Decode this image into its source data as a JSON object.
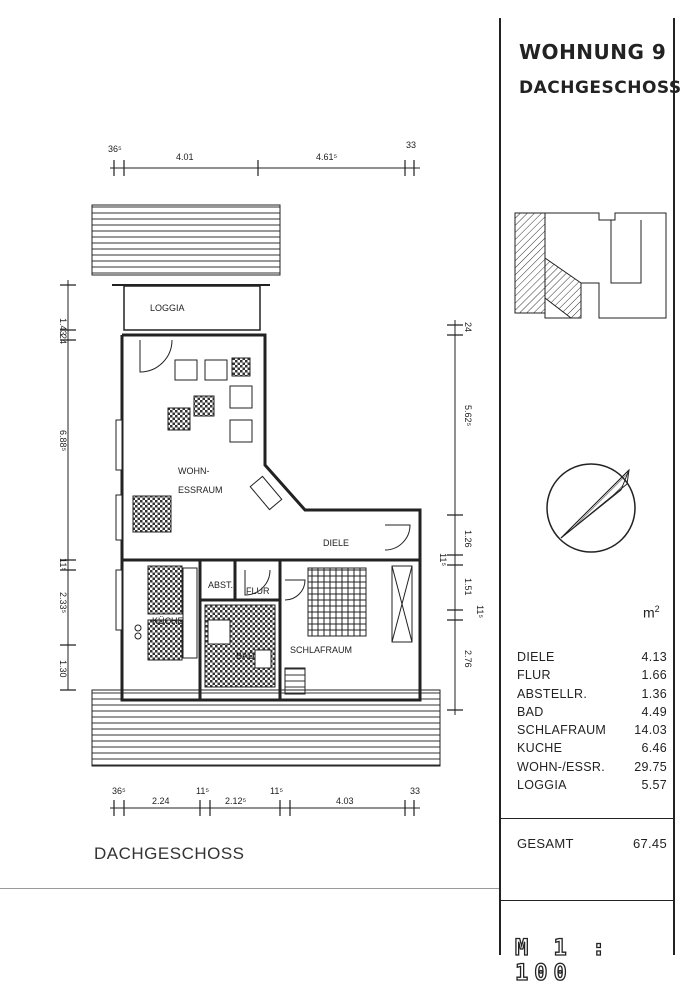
{
  "panel": {
    "title": "WOHNUNG 9",
    "subtitle": "DACHGESCHOSS",
    "area_unit": "m",
    "area_unit_sup": "2",
    "areas": [
      {
        "room": "DIELE",
        "value": "4.13"
      },
      {
        "room": "FLUR",
        "value": "1.66"
      },
      {
        "room": "ABSTELLR.",
        "value": "1.36"
      },
      {
        "room": "BAD",
        "value": "4.49"
      },
      {
        "room": "SCHLAFRAUM",
        "value": "14.03"
      },
      {
        "room": "KUCHE",
        "value": "6.46"
      },
      {
        "room": "WOHN-/ESSR.",
        "value": "29.75"
      },
      {
        "room": "LOGGIA",
        "value": "5.57"
      }
    ],
    "total_label": "GESAMT",
    "total_value": "67.45",
    "scale": "M 1 : 100"
  },
  "plan": {
    "floor_label": "DACHGESCHOSS",
    "rooms": {
      "loggia": "LOGGIA",
      "wohn1": "WOHN-",
      "wohn2": "ESSRAUM",
      "diele": "DIELE",
      "abst": "ABST.",
      "flur": "FLUR",
      "kuche": "KÜCHE",
      "bad": "BAD",
      "schlaf": "SCHLAFRAUM"
    },
    "dims_top": [
      "36⁵",
      "4.01",
      "4.61⁵",
      "33"
    ],
    "dims_bottom": [
      "36⁵",
      "2.24",
      "11⁵",
      "2.12⁵",
      "11⁵",
      "4.03",
      "33"
    ],
    "dims_left": [
      "1.43",
      "24",
      "6.88⁵",
      "11⁵",
      "2.33⁵",
      "1.30"
    ],
    "dims_right": [
      "24",
      "5.62⁵",
      "1.26",
      "11⁵",
      "1.51",
      "11⁵",
      "2.76"
    ]
  }
}
